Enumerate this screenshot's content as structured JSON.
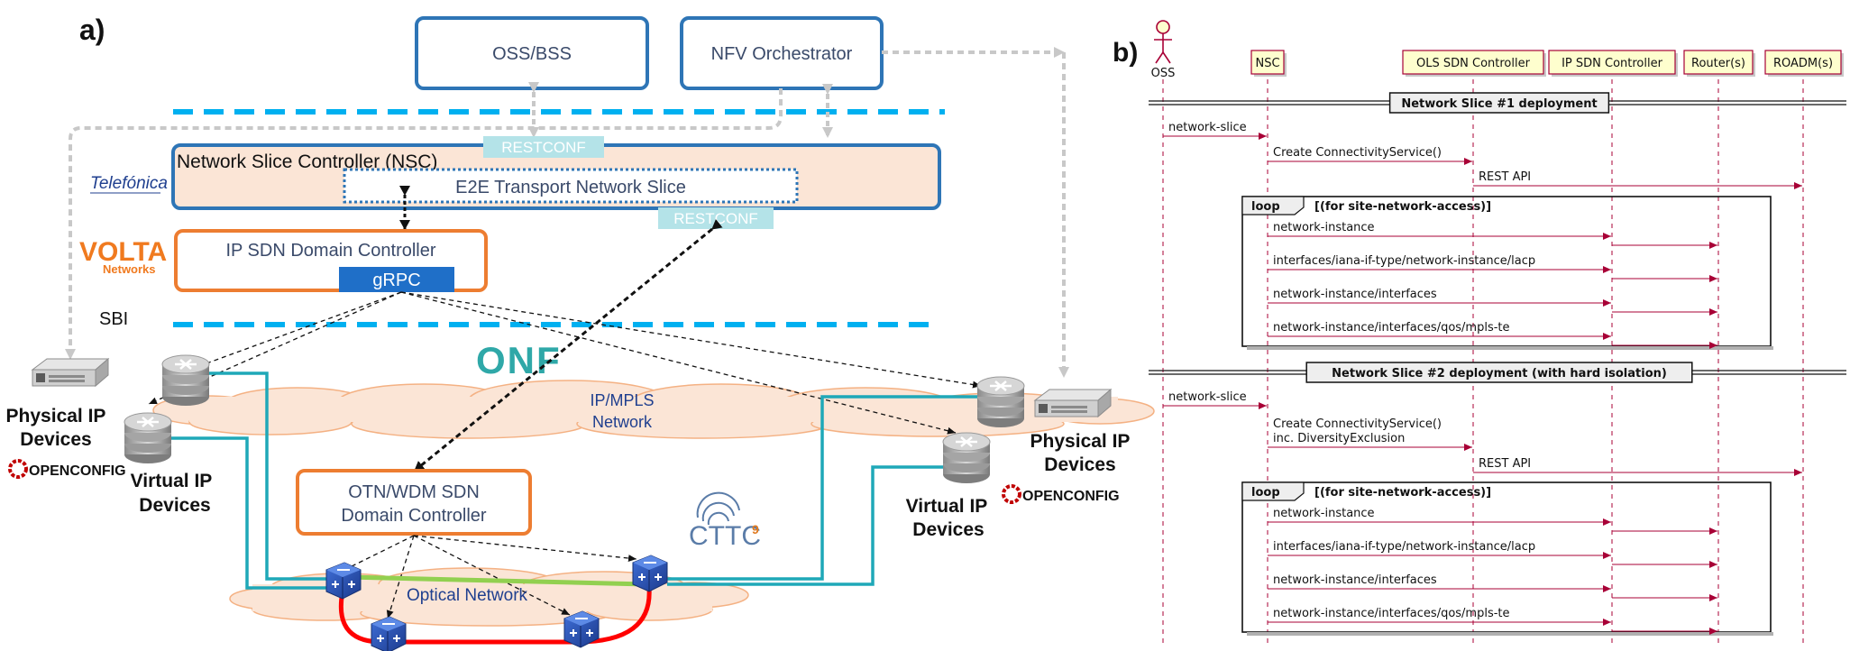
{
  "panel_a": {
    "label": "a)",
    "oss_bss": "OSS/BSS",
    "nfv": "NFV Orchestrator",
    "restconf_top": "RESTCONF",
    "nsc_title": "Network Slice Controller (NSC)",
    "e2e": "E2E Transport Network Slice",
    "restconf_mid": "RESTCONF",
    "telefonica": "Telefónica",
    "volta": "VOLTA",
    "volta_sub": "Networks",
    "ip_sdn_line1": "IP SDN Domain Controller",
    "grpc": "gRPC",
    "sbi": "SBI",
    "onf": "ONF",
    "ipmpls_line1": "IP/MPLS",
    "ipmpls_line2": "Network",
    "phys_left_1": "Physical IP",
    "phys_left_2": "Devices",
    "virt_left_1": "Virtual IP",
    "virt_left_2": "Devices",
    "openconfig": "OPENCONFIG",
    "otn_line1": "OTN/WDM SDN",
    "otn_line2": "Domain Controller",
    "cttc": "CTTC",
    "cttc_sup": "9",
    "optical": "Optical Network",
    "phys_right_1": "Physical IP",
    "phys_right_2": "Devices",
    "virt_right_1": "Virtual IP",
    "virt_right_2": "Devices",
    "colors": {
      "blue_box": "#2e75b6",
      "orange_box": "#ed7d31",
      "nsc_fill": "#fbe5d6",
      "dash_blue": "#00b0f0",
      "teal_link": "#1fa8b8",
      "green_link": "#92d050",
      "red_link": "#ff0000",
      "restconf_bg": "#b4e3e8",
      "grpc_bg": "#1f6fc8"
    }
  },
  "panel_b": {
    "label": "b)",
    "participants": [
      "OSS",
      "NSC",
      "OLS SDN Controller",
      "IP SDN Controller",
      "Router(s)",
      "ROADM(s)"
    ],
    "section1": "Network Slice #1 deployment",
    "section2": "Network Slice #2 deployment (with hard isolation)",
    "msg_network_slice": "network-slice",
    "msg_create": "Create ConnectivityService()",
    "msg_create_2a": "Create ConnectivityService()",
    "msg_create_2b": "inc. DiversityExclusion",
    "msg_rest": "REST API",
    "loop_kw": "loop",
    "loop_cond": "[(for site-network-access)]",
    "loop_msgs": [
      "network-instance",
      "interfaces/iana-if-type/network-instance/lacp",
      "network-instance/interfaces",
      "network-instance/interfaces/qos/mpls-te"
    ],
    "colors": {
      "arrow": "#a80036",
      "lifeline": "#a80036",
      "box_fill": "#fefece"
    }
  }
}
